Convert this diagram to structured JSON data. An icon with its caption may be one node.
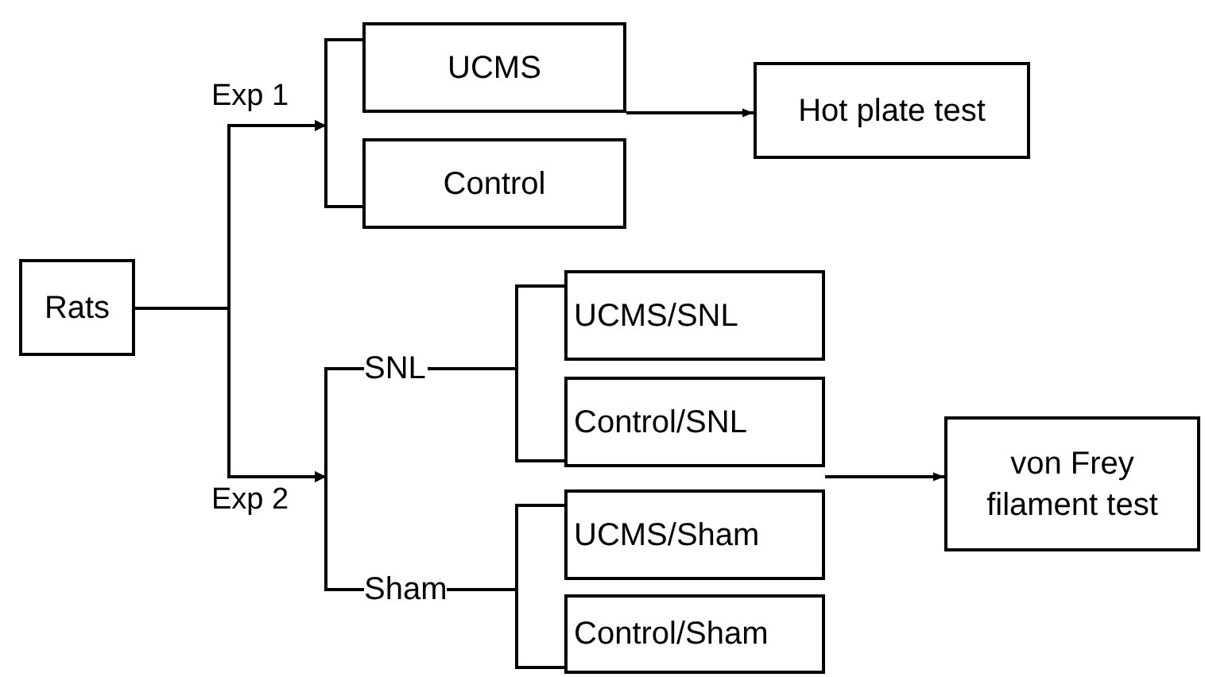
{
  "diagram": {
    "nodes": [
      {
        "text": [
          "Rats"
        ]
      },
      {
        "text": [
          "UCMS"
        ]
      },
      {
        "text": [
          "Control"
        ]
      },
      {
        "text": [
          "Hot plate test"
        ]
      },
      {
        "text": [
          "SNL"
        ]
      },
      {
        "text": [
          "UCMS/SNL"
        ]
      },
      {
        "text": [
          "Control/SNL"
        ]
      },
      {
        "text": [
          "von Frey filament test"
        ]
      },
      {
        "text": [
          "Sham"
        ]
      },
      {
        "text": [
          "UCMS/Sham"
        ]
      },
      {
        "text": [
          "Control/Sham"
        ]
      }
    ],
    "edges": [
      {
        "from": 0,
        "to": 1,
        "arrow": "to",
        "label": "Exp 1"
      },
      {
        "from": 0,
        "to": 2,
        "arrow": "to"
      },
      {
        "from": 0,
        "to": 4,
        "arrow": "to",
        "label": "Exp 2"
      },
      {
        "from": 0,
        "to": 8,
        "arrow": "to"
      },
      {
        "from": 4,
        "to": 5,
        "arrow": "none"
      },
      {
        "from": 4,
        "to": 6,
        "arrow": "none"
      },
      {
        "from": 8,
        "to": 9,
        "arrow": "none"
      },
      {
        "from": 8,
        "to": 10,
        "arrow": "none"
      },
      {
        "from": 1,
        "to": 3,
        "arrow": "to"
      },
      {
        "from": 6,
        "to": 7,
        "arrow": "to"
      }
    ]
  }
}
